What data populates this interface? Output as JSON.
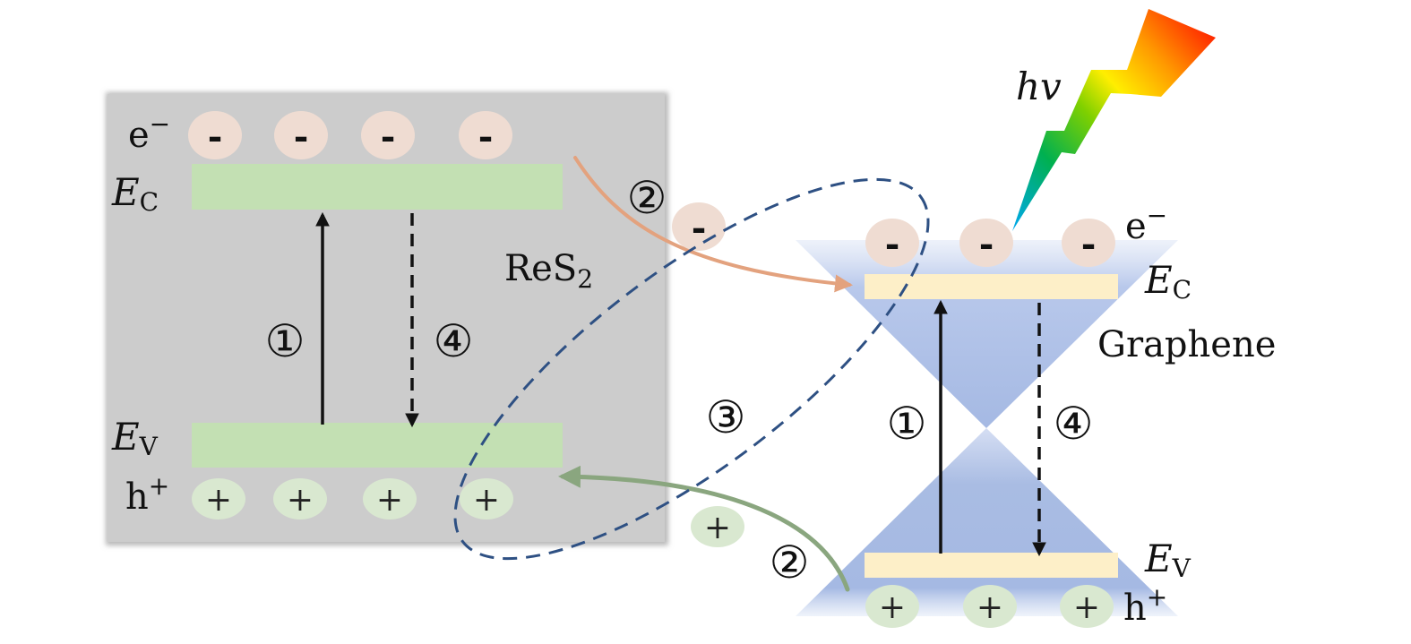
{
  "res2": {
    "material": "ReS",
    "material_sub": "2",
    "ec_main": "E",
    "ec_sub": "C",
    "ev_main": "E",
    "ev_sub": "V",
    "electron_label": "e",
    "electron_sup": "−",
    "hole_label": "h",
    "hole_sup": "+",
    "step_up": "①",
    "step_down": "④",
    "electron_signs": [
      "-",
      "-",
      "-",
      "-"
    ],
    "hole_signs": [
      "+",
      "+",
      "+",
      "+"
    ]
  },
  "graphene": {
    "material": "Graphene",
    "ec_main": "E",
    "ec_sub": "C",
    "ev_main": "E",
    "ev_sub": "V",
    "electron_label": "e",
    "electron_sup": "−",
    "hole_label": "h",
    "hole_sup": "+",
    "step_up": "①",
    "step_down": "④",
    "electron_signs": [
      "-",
      "-",
      "-"
    ],
    "hole_signs": [
      "+",
      "+",
      "+"
    ]
  },
  "transfer": {
    "electron_step": "②",
    "hole_step": "②",
    "recombination_step": "③",
    "transfer_electron_sign": "-",
    "transfer_hole_sign": "+"
  },
  "light": {
    "label": "hv"
  },
  "colors": {
    "res2_panel": "#cccccc",
    "res2_band": "#c3e0b3",
    "graphene_band": "#fdefc8",
    "graphene_cone": "#a9bce3",
    "electron_fill": "#efdcd2",
    "hole_fill": "#d9e8d0",
    "ellipse": "#2e5083",
    "electron_arrow": "#e0a07c",
    "hole_arrow": "#8aa67f"
  },
  "icons": {
    "light": "lightning-bolt-icon"
  }
}
